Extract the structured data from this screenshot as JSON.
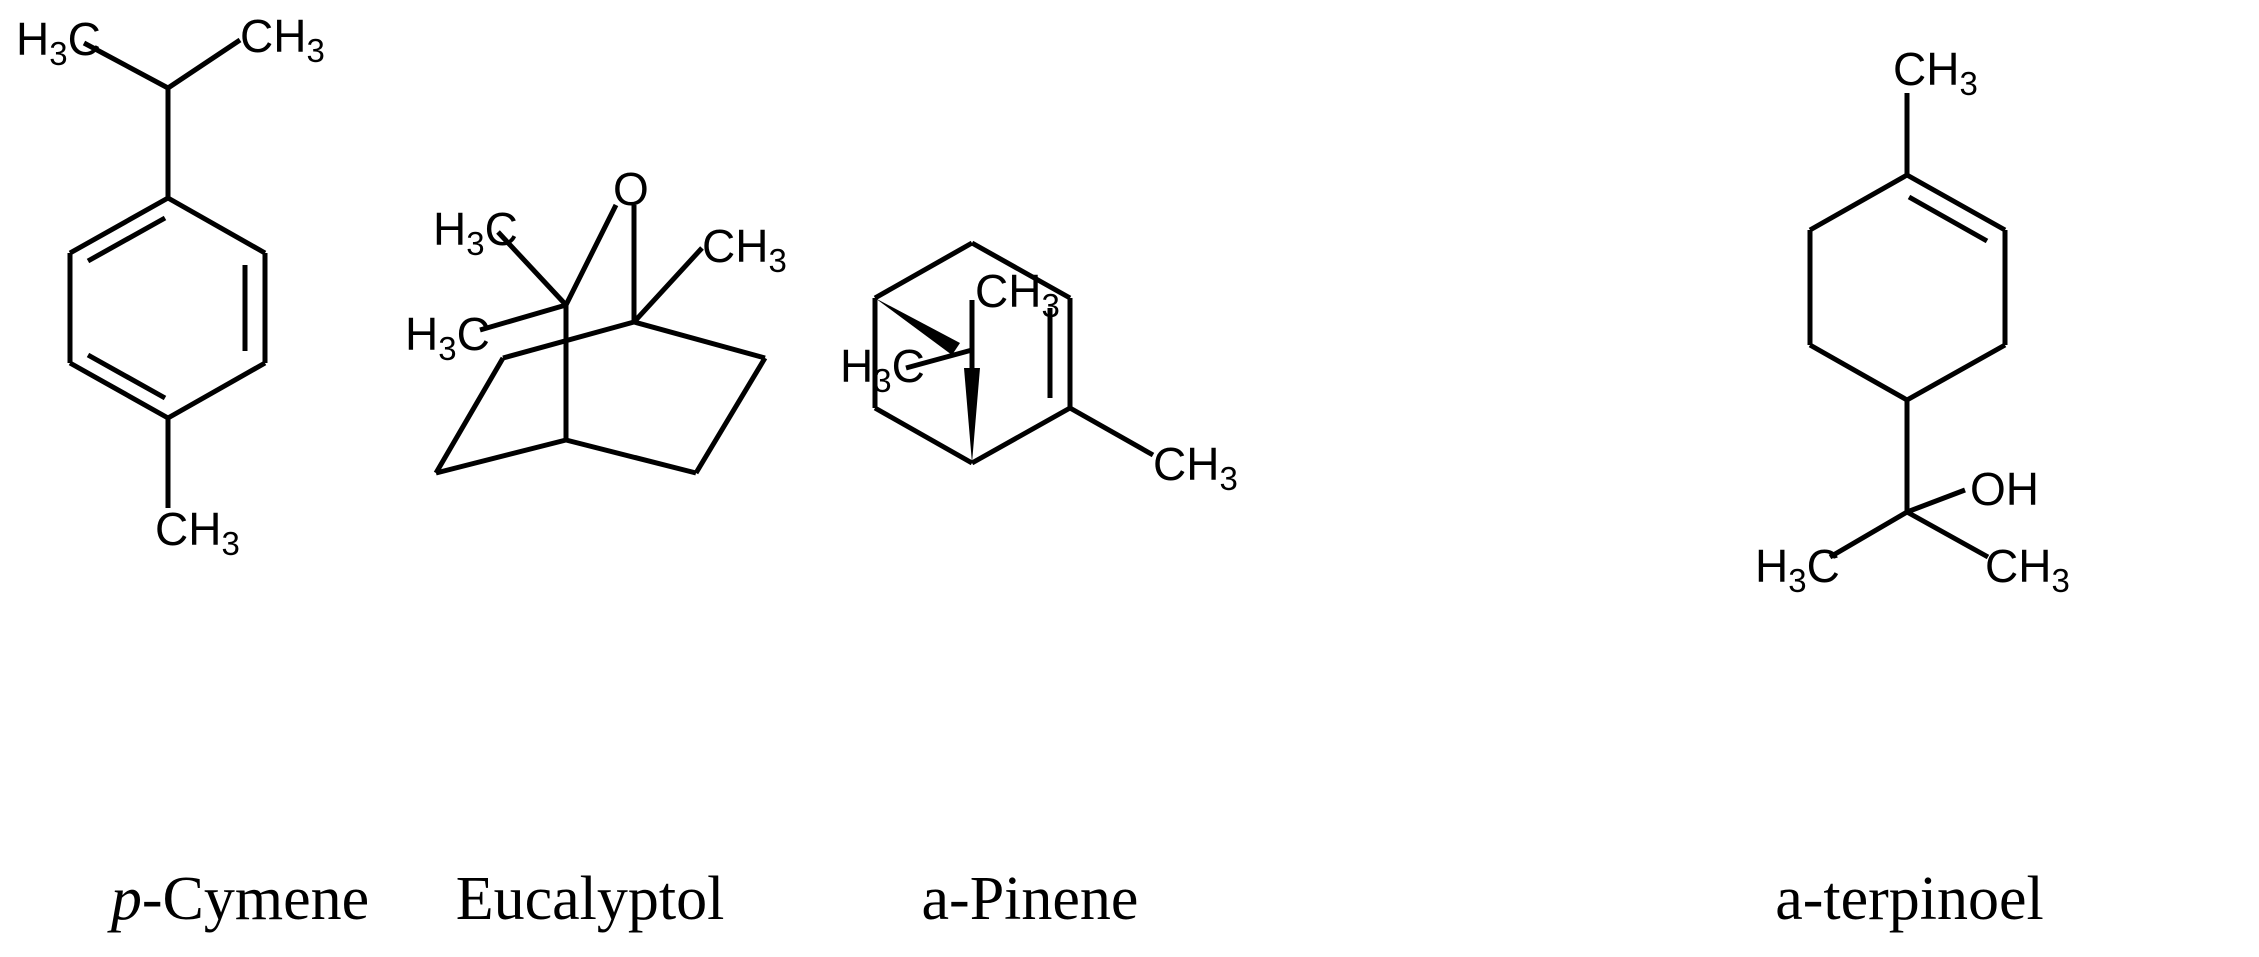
{
  "molecules": [
    {
      "id": "p-cymene",
      "name_prefix": "p",
      "name_rest": "-Cymene",
      "atoms": {
        "ch3_top_left": "H3C",
        "ch3_top_right": "CH3",
        "ch3_bottom": "CH3"
      }
    },
    {
      "id": "eucalyptol",
      "name": "Eucalyptol",
      "atoms": {
        "oxygen": "O",
        "ch3_upper_left": "H3C",
        "ch3_lower_left": "H3C",
        "ch3_right": "CH3"
      }
    },
    {
      "id": "a-pinene",
      "name": "a-Pinene",
      "atoms": {
        "ch3_bridge_upper": "CH3",
        "ch3_bridge_lower": "H3C",
        "ch3_ring": "CH3"
      }
    },
    {
      "id": "a-terpinoel",
      "name": "a-terpinoel",
      "atoms": {
        "ch3_top": "CH3",
        "hydroxyl": "OH",
        "ch3_bottom_left": "H3C",
        "ch3_bottom_right": "CH3"
      }
    }
  ]
}
